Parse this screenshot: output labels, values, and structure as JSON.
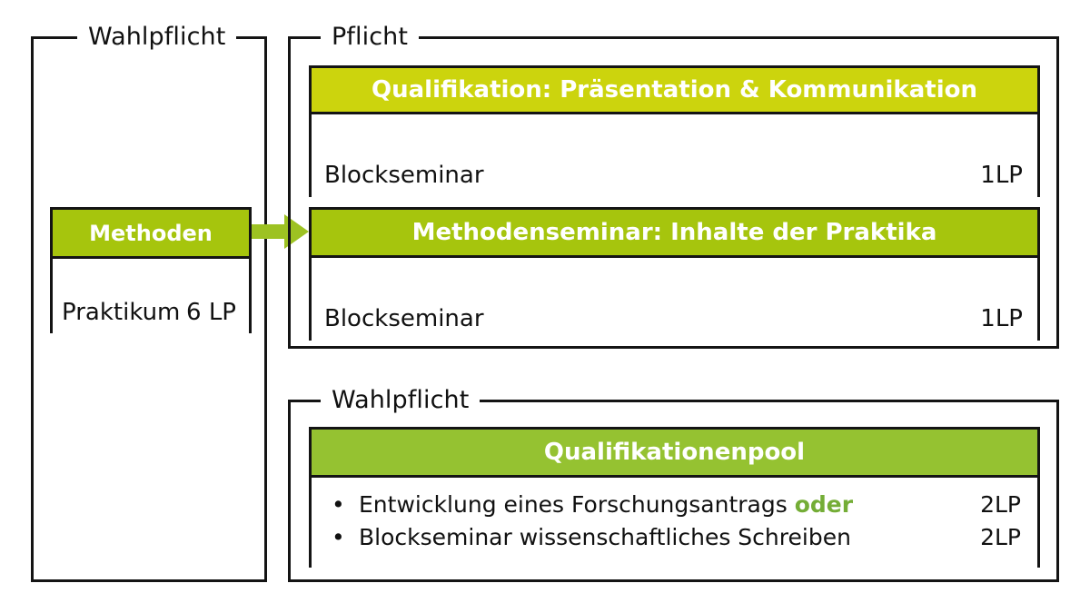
{
  "colors": {
    "frame_border": "#141414",
    "accent_yellow_green": "#ccd40d",
    "accent_green": "#a6c50d",
    "accent_green_soft": "#95c231",
    "arrow_green": "#9dc222",
    "oder_green": "#74ad36",
    "text": "#111111",
    "header_text": "#ffffff",
    "background": "#ffffff"
  },
  "groups": {
    "left_elective": {
      "legend": "Wahlpflicht"
    },
    "required": {
      "legend": "Pflicht"
    },
    "right_elective": {
      "legend": "Wahlpflicht"
    }
  },
  "arrow": {
    "icon": "arrow-right-icon"
  },
  "cards": {
    "methoden": {
      "header": "Methoden",
      "header_color": "#a6c50d",
      "row": {
        "label": "Praktikum",
        "lp": "6 LP"
      }
    },
    "qualifikation": {
      "header": "Qualifikation: Präsentation & Kommunikation",
      "header_color": "#ccd40d",
      "row": {
        "label": "Blockseminar",
        "lp": "1LP"
      }
    },
    "methodenseminar": {
      "header": "Methodenseminar: Inhalte der Praktika",
      "header_color": "#a6c50d",
      "row": {
        "label": "Blockseminar",
        "lp": "1LP"
      }
    },
    "qualifikationenpool": {
      "header": "Qualifikationenpool",
      "header_color": "#95c231",
      "bullet_glyph": "•",
      "items": [
        {
          "text_main": "Entwicklung eines Forschungsantrags ",
          "text_highlight": "oder",
          "lp": "2LP"
        },
        {
          "text_main": "Blockseminar wissenschaftliches Schreiben",
          "text_highlight": "",
          "lp": "2LP"
        }
      ]
    }
  }
}
